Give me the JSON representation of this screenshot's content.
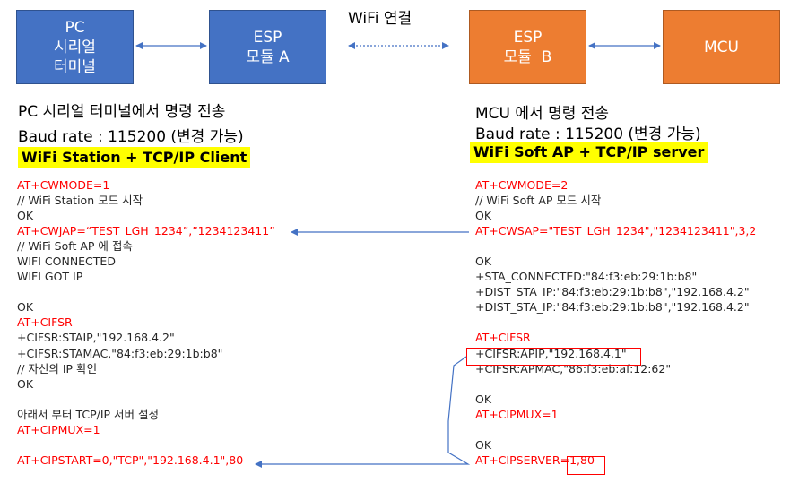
{
  "top": {
    "wifi_link_label": "WiFi 연결"
  },
  "boxes": {
    "pc": [
      "PC",
      "시리얼",
      "터미널"
    ],
    "esp_a": [
      "ESP",
      "모듈 A"
    ],
    "esp_b": [
      "ESP",
      "모듈  B"
    ],
    "mcu": [
      "MCU"
    ]
  },
  "colors": {
    "box_blue": "#4472c4",
    "box_orange": "#ed7d31",
    "command_red": "#ff0000",
    "highlight_yellow": "#ffff00",
    "arrow_blue": "#4472c4"
  },
  "left": {
    "title": "PC 시리얼 터미널에서 명령 전송",
    "baud": "Baud rate : 115200 (변경 가능)",
    "mode": "WiFi Station + TCP/IP Client",
    "lines": [
      {
        "t": "AT+CWMODE=1",
        "cmd": true
      },
      {
        "t": "// WiFi Station 모드 시작",
        "cmd": false
      },
      {
        "t": "OK",
        "cmd": false
      },
      {
        "t": "AT+CWJAP=“TEST_LGH_1234”,”1234123411”",
        "cmd": true
      },
      {
        "t": "// WiFi Soft AP 에 접속",
        "cmd": false
      },
      {
        "t": "WIFI CONNECTED",
        "cmd": false
      },
      {
        "t": "WIFI GOT IP",
        "cmd": false
      },
      {
        "t": "",
        "cmd": false
      },
      {
        "t": "OK",
        "cmd": false
      },
      {
        "t": "AT+CIFSR",
        "cmd": true
      },
      {
        "t": "+CIFSR:STAIP,\"192.168.4.2\"",
        "cmd": false
      },
      {
        "t": "+CIFSR:STAMAC,\"84:f3:eb:29:1b:b8\"",
        "cmd": false
      },
      {
        "t": "// 자신의 IP 확인",
        "cmd": false
      },
      {
        "t": "OK",
        "cmd": false
      },
      {
        "t": "",
        "cmd": false
      },
      {
        "t": "아래서 부터 TCP/IP 서버 설정",
        "cmd": false
      },
      {
        "t": "AT+CIPMUX=1",
        "cmd": true
      },
      {
        "t": "",
        "cmd": false
      },
      {
        "t": "AT+CIPSTART=0,\"TCP\",\"192.168.4.1\",80",
        "cmd": true
      }
    ]
  },
  "right": {
    "title": "MCU 에서 명령 전송",
    "baud": "Baud rate : 115200 (변경 가능)",
    "mode": "WiFi Soft AP + TCP/IP server",
    "lines": [
      {
        "t": "AT+CWMODE=2",
        "cmd": true
      },
      {
        "t": "// WiFi Soft AP 모드 시작",
        "cmd": false
      },
      {
        "t": "OK",
        "cmd": false
      },
      {
        "t": "AT+CWSAP=\"TEST_LGH_1234\",\"1234123411\",3,2",
        "cmd": true
      },
      {
        "t": "",
        "cmd": false
      },
      {
        "t": "OK",
        "cmd": false
      },
      {
        "t": "+STA_CONNECTED:\"84:f3:eb:29:1b:b8\"",
        "cmd": false
      },
      {
        "t": "+DIST_STA_IP:\"84:f3:eb:29:1b:b8\",\"192.168.4.2\"",
        "cmd": false
      },
      {
        "t": "+DIST_STA_IP:\"84:f3:eb:29:1b:b8\",\"192.168.4.2\"",
        "cmd": false
      },
      {
        "t": "",
        "cmd": false
      },
      {
        "t": "AT+CIFSR",
        "cmd": true
      },
      {
        "t": "+CIFSR:APIP,\"192.168.4.1\"",
        "cmd": false
      },
      {
        "t": "+CIFSR:APMAC,\"86:f3:eb:af:12:62\"",
        "cmd": false
      },
      {
        "t": "",
        "cmd": false
      },
      {
        "t": "OK",
        "cmd": false
      },
      {
        "t": "AT+CIPMUX=1",
        "cmd": true
      },
      {
        "t": "",
        "cmd": false
      },
      {
        "t": "OK",
        "cmd": false
      },
      {
        "t": "AT+CIPSERVER=1,80",
        "cmd": true
      }
    ]
  }
}
